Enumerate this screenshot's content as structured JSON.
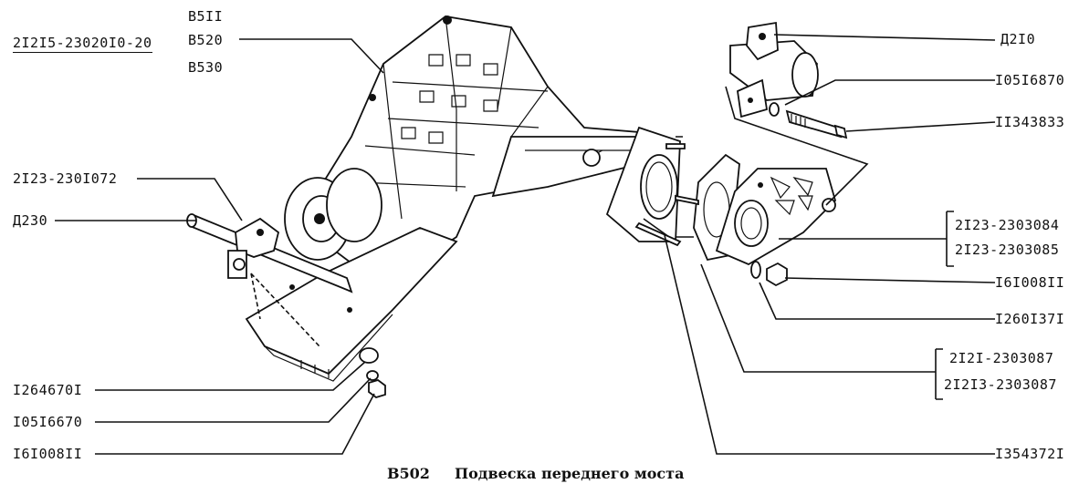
{
  "labels": {
    "b511": "В5II",
    "b520": "В520",
    "b530": "В530",
    "p2121523020": "2I2I5-23020I0-20",
    "p2123_2301072": "2I23-230I072",
    "d230": "Д230",
    "p1264670": "I264670I",
    "p1051667": "I05I6670",
    "p161008_left": "I6I008II",
    "d210": "Д2I0",
    "p1051687": "I05I6870",
    "p1134383": "II343833",
    "p2123_2303084": "2I23-2303084",
    "p2123_2303085": "2I23-2303085",
    "p161008_right": "I6I008II",
    "p1260137": "I260I37I",
    "p2121_2303087": "2I2I-2303087",
    "p21213_2303087": "2I2I3-2303087",
    "p1354372": "I354372I"
  },
  "caption": {
    "code": "В502",
    "title": "Подвеска переднего моста"
  }
}
